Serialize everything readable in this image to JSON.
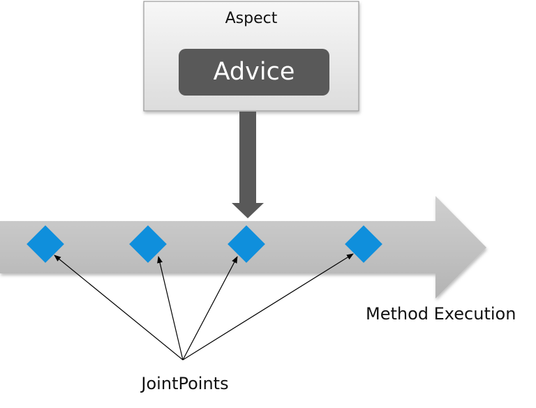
{
  "aspect": {
    "title": "Aspect",
    "advice_label": "Advice"
  },
  "execution": {
    "label": "Method Execution"
  },
  "joinpoints": {
    "label": "JointPoints",
    "count": 4
  },
  "colors": {
    "aspect_box_fill": "#e8e8e8",
    "advice_fill": "#595959",
    "advice_arrow": "#595959",
    "execution_arrow": "#bdbdbd",
    "joinpoint": "#0f8fdc",
    "pointer_line": "#000000"
  }
}
